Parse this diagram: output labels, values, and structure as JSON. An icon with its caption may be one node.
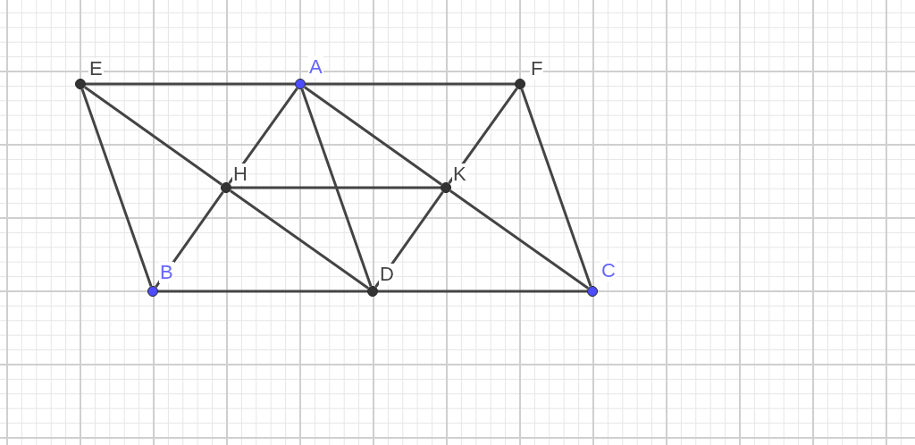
{
  "diagram": {
    "nodes": [
      {
        "text": [
          "E"
        ]
      },
      {
        "text": [
          "A"
        ]
      },
      {
        "text": [
          "F"
        ]
      },
      {
        "text": [
          "H"
        ]
      },
      {
        "text": [
          "K"
        ]
      },
      {
        "text": [
          "B"
        ]
      },
      {
        "text": [
          "D"
        ]
      },
      {
        "text": [
          "C"
        ]
      }
    ],
    "edges": [
      {
        "from": 0,
        "to": 1,
        "arrow": "none"
      },
      {
        "from": 1,
        "to": 2,
        "arrow": "none"
      },
      {
        "from": 0,
        "to": 5,
        "arrow": "none"
      },
      {
        "from": 0,
        "to": 3,
        "arrow": "none"
      },
      {
        "from": 3,
        "to": 6,
        "arrow": "none"
      },
      {
        "from": 1,
        "to": 3,
        "arrow": "none"
      },
      {
        "from": 3,
        "to": 5,
        "arrow": "none"
      },
      {
        "from": 3,
        "to": 4,
        "arrow": "none"
      },
      {
        "from": 1,
        "to": 6,
        "arrow": "none"
      },
      {
        "from": 1,
        "to": 4,
        "arrow": "none"
      },
      {
        "from": 4,
        "to": 7,
        "arrow": "none"
      },
      {
        "from": 2,
        "to": 4,
        "arrow": "none"
      },
      {
        "from": 4,
        "to": 6,
        "arrow": "none"
      },
      {
        "from": 2,
        "to": 7,
        "arrow": "none"
      },
      {
        "from": 5,
        "to": 6,
        "arrow": "none"
      },
      {
        "from": 6,
        "to": 7,
        "arrow": "none"
      }
    ]
  }
}
